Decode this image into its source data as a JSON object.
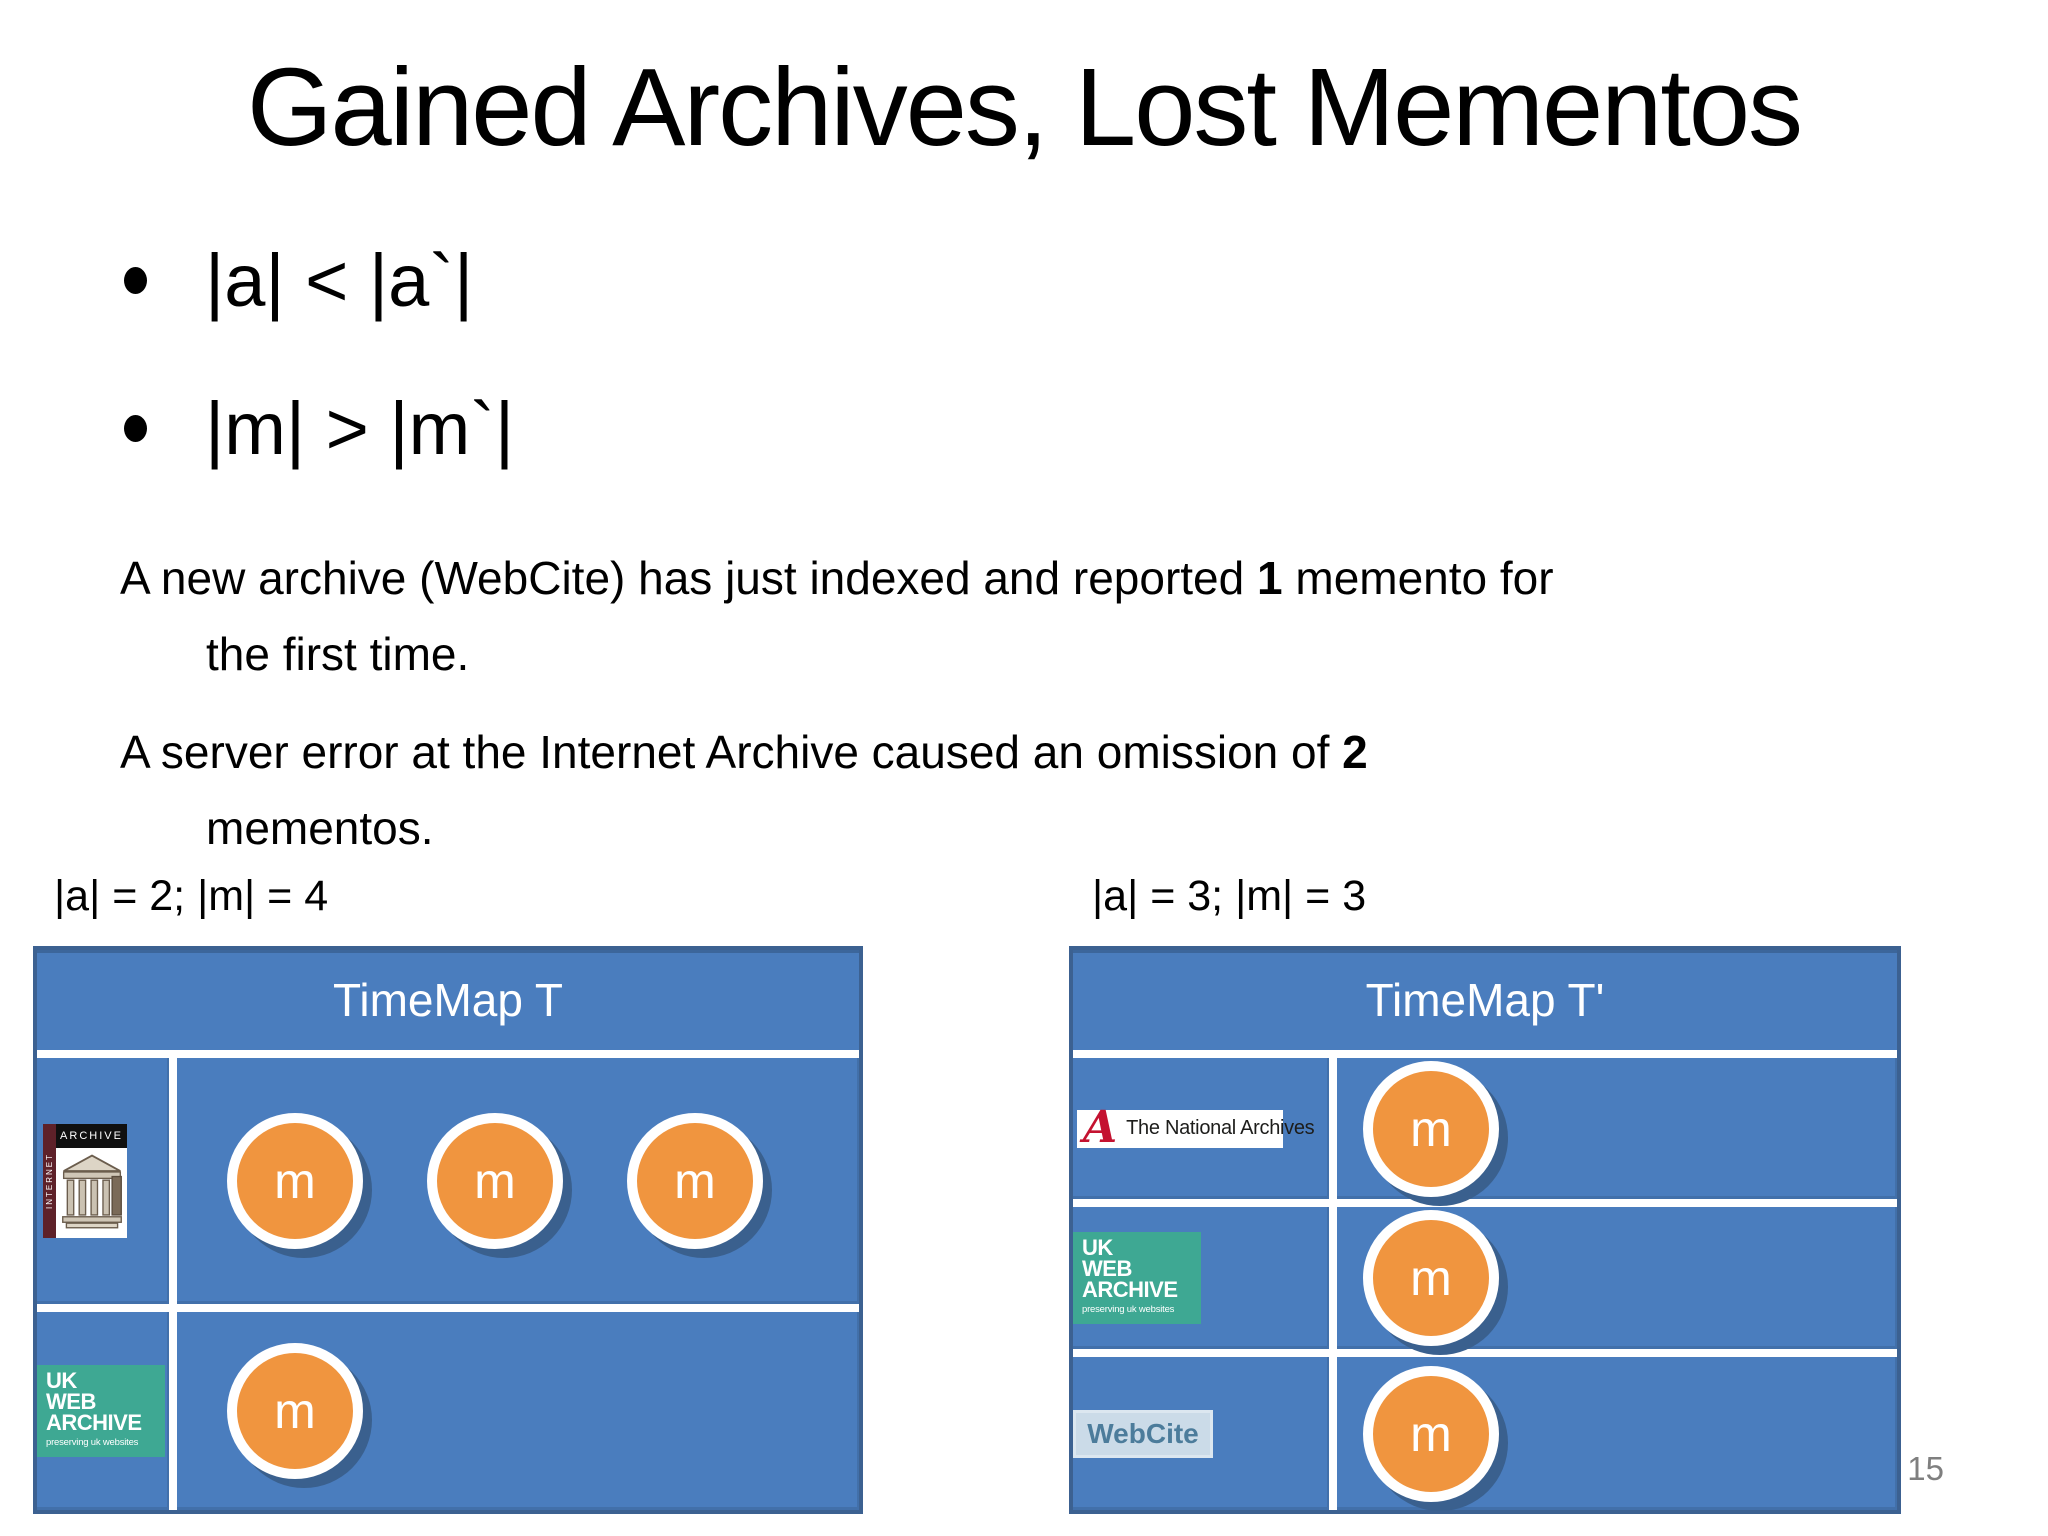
{
  "slide": {
    "title": "Gained Archives, Lost Mementos",
    "bullets": [
      "|a| < |a`|",
      "|m| > |m`|"
    ],
    "paragraphs": [
      {
        "line1_pre": "A new archive (WebCite) has just indexed and reported ",
        "line1_bold": "1",
        "line1_post": " memento for",
        "line2": "the first time."
      },
      {
        "line1_pre": "A server error at the Internet Archive caused an omission of ",
        "line1_bold": "2",
        "line1_post": "",
        "line2": "mementos."
      }
    ],
    "page_number": "15"
  },
  "memento_label": "m",
  "left_panel": {
    "caption": "|a| = 2; |m| = 4",
    "header": "TimeMap T",
    "rows": [
      {
        "archive": "internet-archive",
        "mementos": 3
      },
      {
        "archive": "uk-web-archive",
        "mementos": 1
      }
    ]
  },
  "right_panel": {
    "caption": "|a| = 3; |m| = 3",
    "header": "TimeMap T'",
    "rows": [
      {
        "archive": "national-archives",
        "mementos": 1
      },
      {
        "archive": "uk-web-archive",
        "mementos": 1
      },
      {
        "archive": "webcite",
        "mementos": 1
      }
    ]
  },
  "logos": {
    "internet_archive": {
      "banner": "ARCHIVE",
      "side_text": "INTERNET"
    },
    "uk_web_archive": {
      "line1": "UK",
      "line2": "WEB",
      "line3": "ARCHIVE",
      "tagline": "preserving uk websites"
    },
    "national_archives": {
      "monogram": "A",
      "name": "The National Archives"
    },
    "webcite": {
      "name": "WebCite"
    }
  },
  "colors": {
    "cell_blue": "#4A7DBE",
    "table_border": "#3C6191",
    "memento_orange": "#F0953F",
    "memento_shadow": "#3A608E",
    "uk_teal": "#3EA893",
    "na_red": "#C41230",
    "webcite_bg": "#CBDBE8",
    "webcite_text": "#4C7C9B",
    "page_gray": "#7F7F7F"
  }
}
